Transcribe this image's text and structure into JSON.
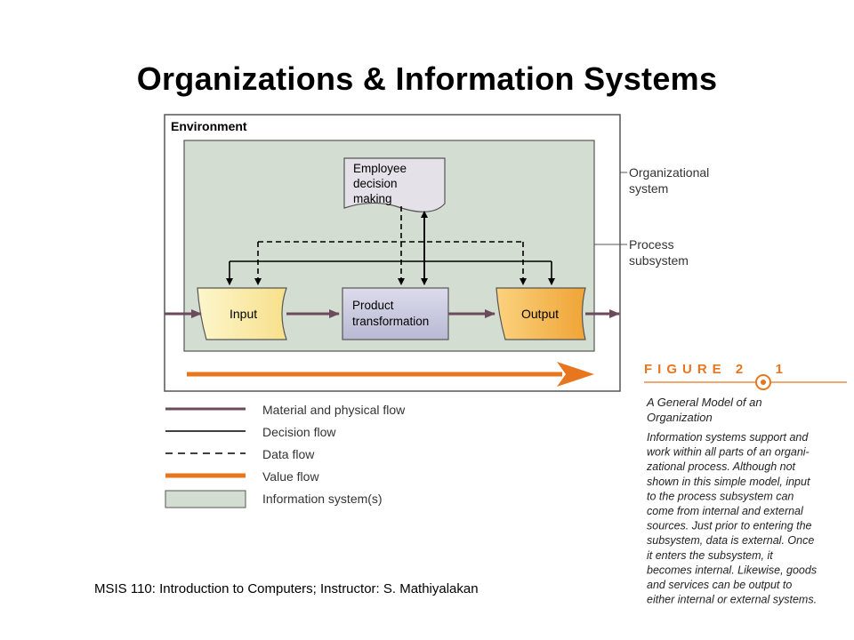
{
  "slide": {
    "title": "Organizations & Information Systems",
    "footer": "MSIS 110: Introduction to Computers;  Instructor: S. Mathiyalakan"
  },
  "diagram": {
    "environment_label": "Environment",
    "employee_box": [
      "Employee",
      "decision",
      "making"
    ],
    "input_label": "Input",
    "product_box": [
      "Product",
      "transformation"
    ],
    "output_label": "Output",
    "callouts": {
      "organizational_system": [
        "Organizational",
        "system"
      ],
      "process_subsystem": [
        "Process",
        "subsystem"
      ]
    }
  },
  "legend": {
    "items": [
      {
        "label": "Material and physical flow",
        "style": "material"
      },
      {
        "label": "Decision flow",
        "style": "decision"
      },
      {
        "label": "Data flow",
        "style": "data"
      },
      {
        "label": "Value flow",
        "style": "value"
      },
      {
        "label": "Information system(s)",
        "style": "infosys"
      }
    ]
  },
  "figure": {
    "heading": "FIGURE 2   1",
    "caption_title": [
      "A General Model of an",
      "Organization"
    ],
    "caption_body": [
      "Information systems support and",
      "work within all parts of an organi-",
      "zational process. Although not",
      "shown in this simple model, input",
      "to the process subsystem can",
      "come from internal and external",
      "sources. Just prior to entering the",
      "subsystem, data is external. Once",
      "it enters the subsystem, it",
      "becomes internal. Likewise, goods",
      "and services can be output to",
      "either internal or external systems."
    ]
  },
  "colors": {
    "material_flow": "#6b4a5e",
    "value_flow": "#e8761e",
    "info_system_fill": "#d4ddd1",
    "input_fill": "#fbeeaa",
    "output_fill": "#f6b84a",
    "product_fill": "#c7c8dd",
    "employee_fill": "#e2dfe6"
  }
}
